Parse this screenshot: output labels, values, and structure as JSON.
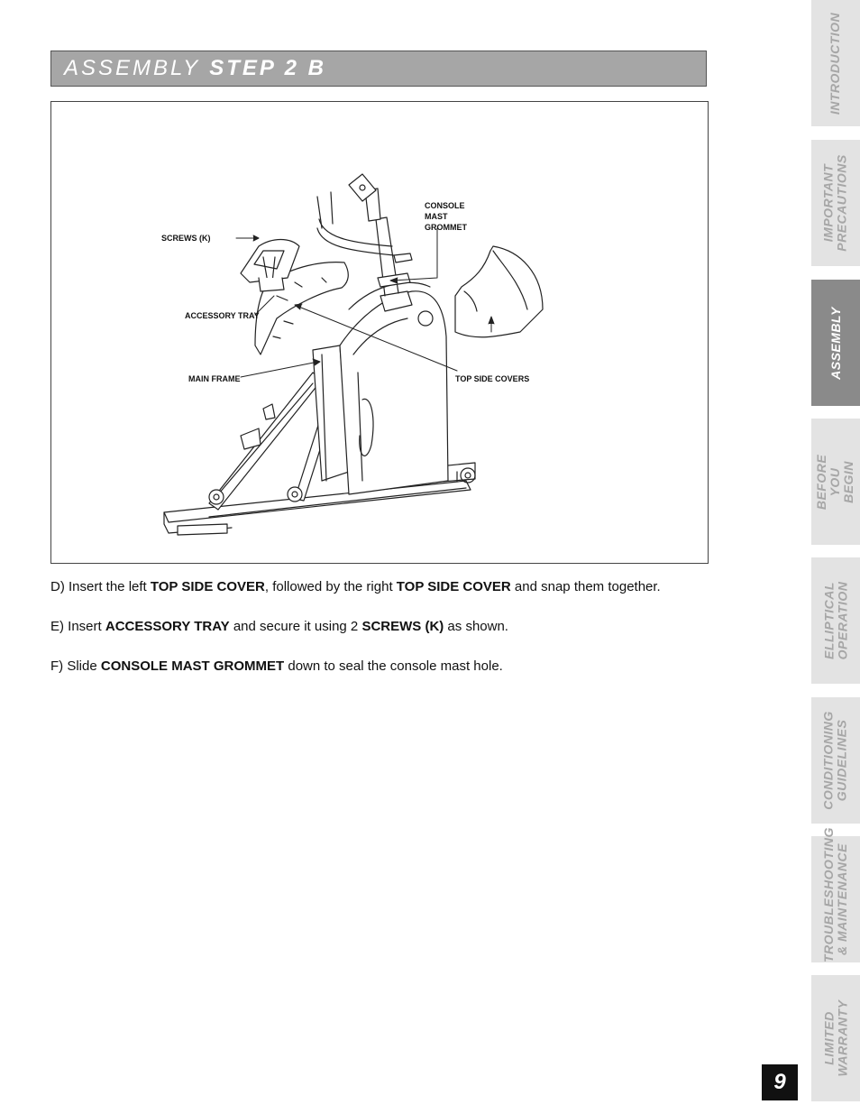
{
  "header": {
    "title_light": "ASSEMBLY",
    "title_bold": "STEP 2 B"
  },
  "figure": {
    "callouts": {
      "console_mast_grommet": "CONSOLE\nMAST\nGROMMET",
      "screws_k": "SCREWS (K)",
      "accessory_tray": "ACCESSORY TRAY",
      "main_frame": "MAIN FRAME",
      "top_side_covers": "TOP SIDE COVERS"
    }
  },
  "instructions": [
    {
      "prefix": "D) Insert the left ",
      "bold1": "TOP SIDE COVER",
      "mid": ", followed by the right ",
      "bold2": "TOP SIDE COVER",
      "suffix": " and snap them together."
    },
    {
      "prefix": "E) Insert ",
      "bold1": "ACCESSORY TRAY",
      "mid": " and secure it using 2 ",
      "bold2": "SCREWS (K)",
      "suffix": " as shown."
    },
    {
      "prefix": "F) Slide ",
      "bold1": "CONSOLE MAST GROMMET",
      "suffix": " down to seal the console mast hole."
    }
  ],
  "tabs": [
    {
      "label": "INTRODUCTION",
      "active": false
    },
    {
      "label": "IMPORTANT\nPRECAUTIONS",
      "active": false
    },
    {
      "label": "ASSEMBLY",
      "active": true
    },
    {
      "label": "BEFORE\nYOU BEGIN",
      "active": false
    },
    {
      "label": "ELLIPTICAL\nOPERATION",
      "active": false
    },
    {
      "label": "CONDITIONING\nGUIDELINES",
      "active": false
    },
    {
      "label": "TROUBLESHOOTING\n& MAINTENANCE",
      "active": false
    },
    {
      "label": "LIMITED\nWARRANTY",
      "active": false
    }
  ],
  "page_number": "9",
  "colors": {
    "title_bar": "#a6a6a6",
    "tab_inactive": "#e3e3e3",
    "tab_active": "#8a8a8a",
    "page_number_bg": "#111111"
  }
}
